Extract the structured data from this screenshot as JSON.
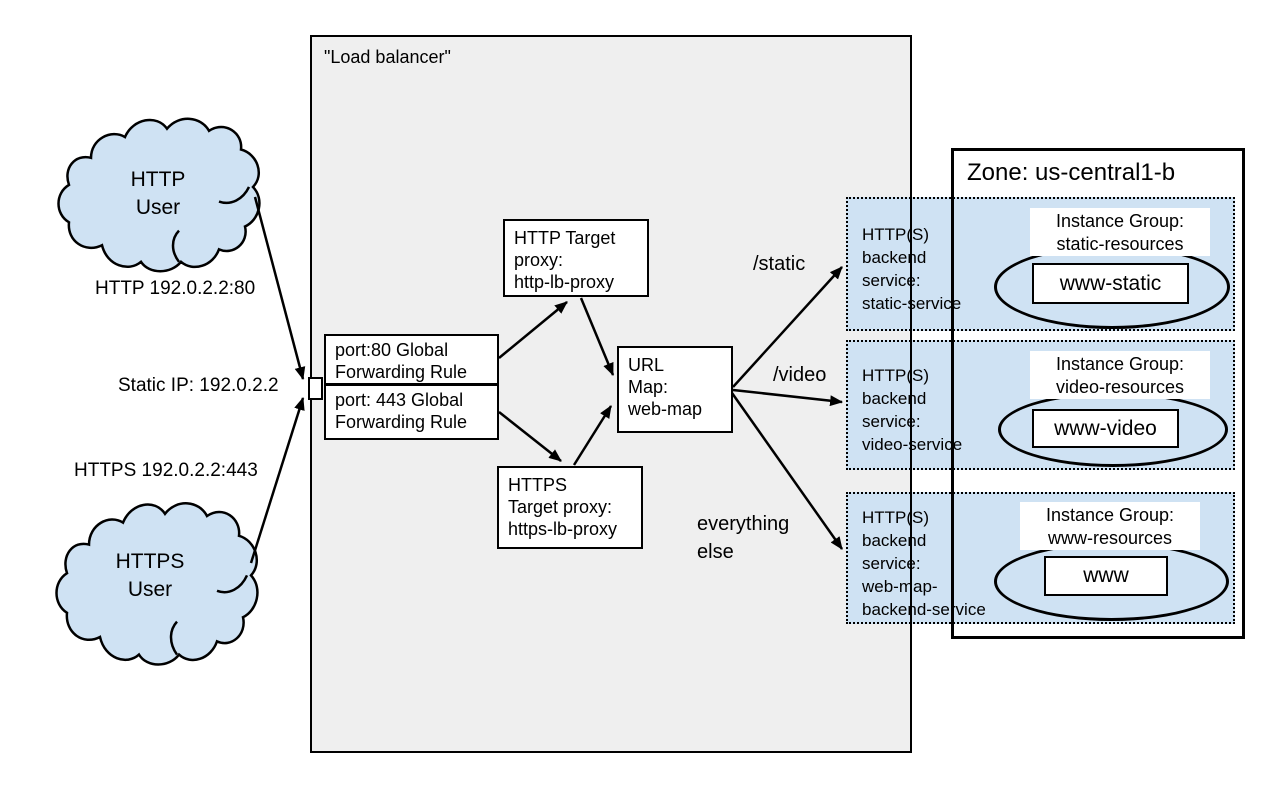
{
  "colors": {
    "node_fill": "#cfe2f3",
    "lb_fill": "#efefef",
    "line": "#000000",
    "bg": "#ffffff"
  },
  "clouds": {
    "http": {
      "label": "HTTP\nUser"
    },
    "https": {
      "label": "HTTPS\nUser"
    }
  },
  "edge_labels": {
    "http_endpoint": "HTTP 192.0.2.2:80",
    "static_ip": "Static IP: 192.0.2.2",
    "https_endpoint": "HTTPS 192.0.2.2:443"
  },
  "routes": {
    "static": "/static",
    "video": "/video",
    "default": "everything\nelse"
  },
  "load_balancer": {
    "title": "\"Load balancer\"",
    "forwarding_rules": [
      {
        "label": "port:80 Global\nForwarding Rule"
      },
      {
        "label": "port: 443 Global\nForwarding Rule"
      }
    ],
    "proxies": [
      {
        "label": "HTTP Target\nproxy:\nhttp-lb-proxy"
      },
      {
        "label": "HTTPS\nTarget proxy:\nhttps-lb-proxy"
      }
    ],
    "url_map": {
      "label": "URL\nMap:\nweb-map"
    }
  },
  "zone": {
    "title": "Zone: us-central1-b",
    "backend_services": [
      {
        "service": "HTTP(S)\nbackend\nservice:\nstatic-service",
        "instance_group": "Instance Group:\nstatic-resources",
        "instance": "www-static"
      },
      {
        "service": "HTTP(S)\nbackend\nservice:\nvideo-service",
        "instance_group": "Instance Group:\nvideo-resources",
        "instance": "www-video"
      },
      {
        "service": "HTTP(S)\nbackend\nservice:\nweb-map-\nbackend-service",
        "instance_group": "Instance Group:\nwww-resources",
        "instance": "www"
      }
    ]
  }
}
